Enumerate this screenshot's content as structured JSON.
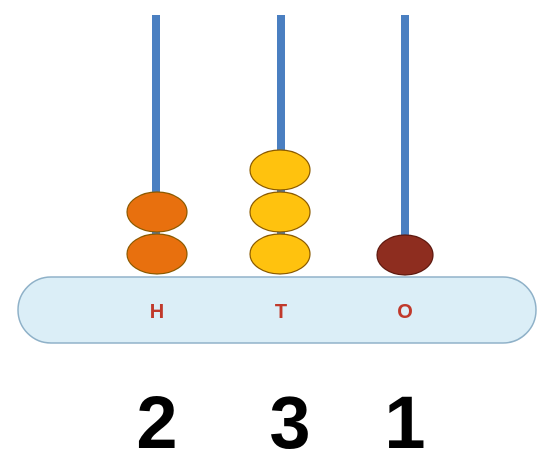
{
  "abacus": {
    "rods": [
      {
        "label": "H",
        "digit": "2",
        "beads": 2,
        "bead_color": "#e8700e"
      },
      {
        "label": "T",
        "digit": "3",
        "beads": 3,
        "bead_color": "#ffc20e"
      },
      {
        "label": "O",
        "digit": "1",
        "beads": 1,
        "bead_color": "#8e2d1f"
      }
    ],
    "colors": {
      "rod": "#4a7fc1",
      "base_fill": "#dbeef7",
      "base_stroke": "#8fb1c8",
      "label": "#c0392b",
      "bead_stroke": "#8a5a00"
    }
  }
}
